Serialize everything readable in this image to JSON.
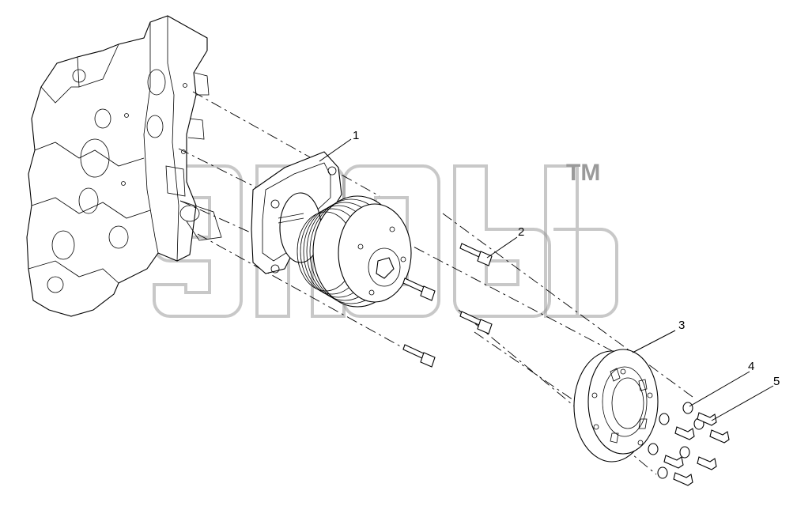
{
  "diagram": {
    "watermark_mark": "TM",
    "callouts": [
      {
        "id": "1",
        "label": "1"
      },
      {
        "id": "2",
        "label": "2"
      },
      {
        "id": "3",
        "label": "3"
      },
      {
        "id": "4",
        "label": "4"
      },
      {
        "id": "5",
        "label": "5"
      }
    ],
    "colors": {
      "line": "#000000",
      "watermark": "#9a9a9a",
      "background": "#ffffff"
    }
  }
}
